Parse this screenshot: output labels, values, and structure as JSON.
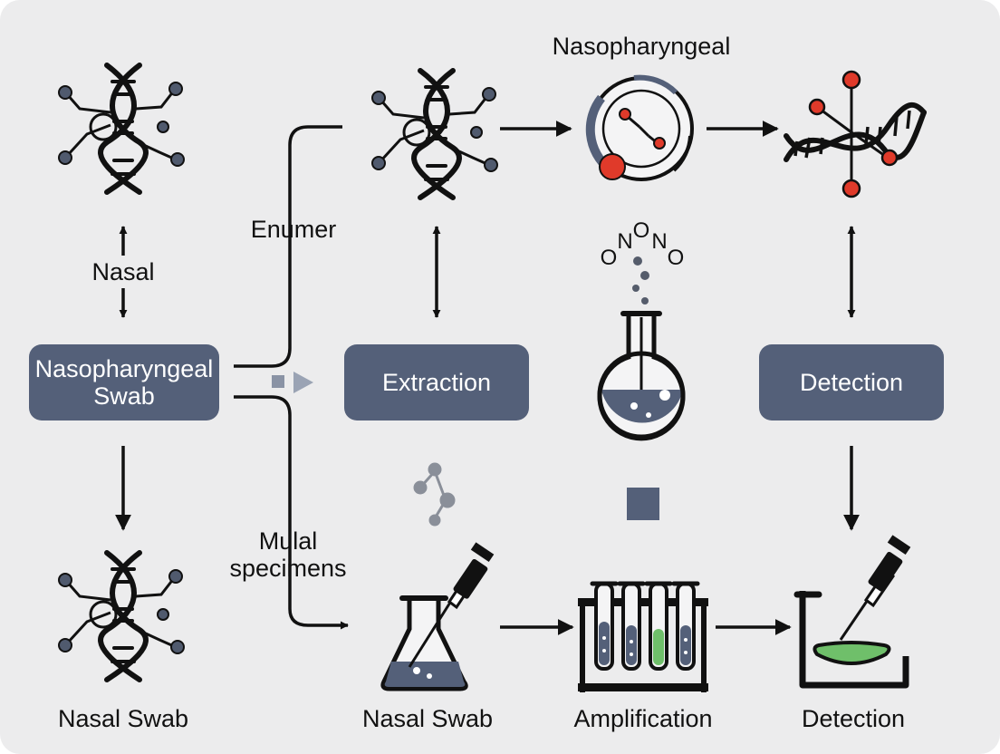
{
  "colors": {
    "background": "#ececed",
    "box_fill": "#546079",
    "box_text": "#ffffff",
    "stroke": "#111111",
    "accent_red": "#e03a2a",
    "accent_green": "#6fbf6a",
    "molecule_gray": "#8a8f99"
  },
  "labels": {
    "top_nasopharyngeal": "Nasopharyngeal",
    "nasal_top": "Nasal",
    "enumer": "Enumer",
    "mulal_specimens": "Mulal\nspecimens",
    "nasal_swab_left": "Nasal Swab",
    "nasal_swab_mid": "Nasal Swab",
    "amplification": "Amplification",
    "detection_bottom": "Detection",
    "nitro_formula_o1": "O",
    "nitro_formula_n1": "N",
    "nitro_formula_o2": "O",
    "nitro_formula_n2": "N",
    "nitro_formula_o3": "O"
  },
  "boxes": {
    "nasopharyngeal_swab": "Nasopharyngeal\nSwab",
    "extraction": "Extraction",
    "detection": "Detection"
  },
  "icons": {
    "dna_top_left": "dna-molecule-icon",
    "dna_top_mid": "dna-molecule-icon",
    "magnifier": "magnifier-virus-icon",
    "dna_top_right": "dna-helix-icon",
    "flask_round": "round-flask-icon",
    "dna_bottom_left": "dna-molecule-icon",
    "flask_pipette": "flask-pipette-icon",
    "test_tube_rack": "test-tube-rack-icon",
    "detection_pipette": "pipette-dish-icon"
  }
}
